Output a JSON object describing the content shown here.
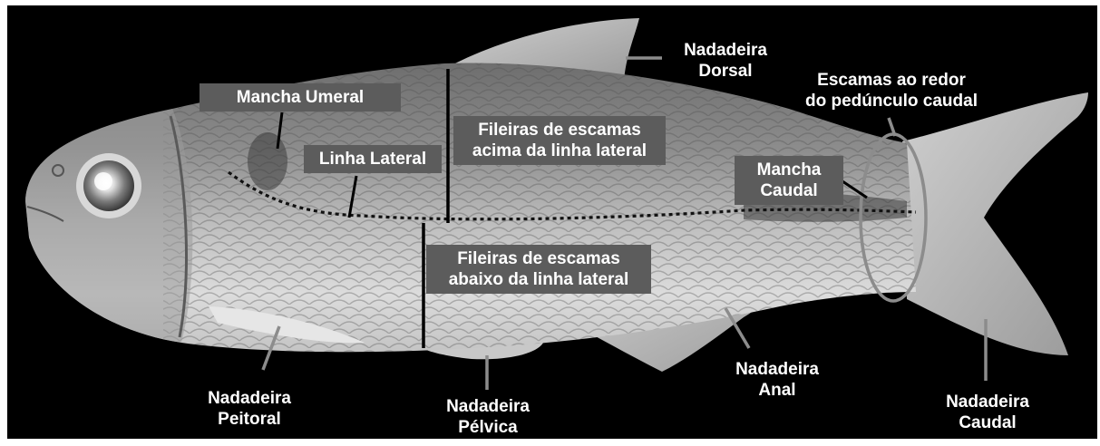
{
  "labels": {
    "dorsal": {
      "line1": "Nadadeira",
      "line2": "Dorsal"
    },
    "peduncle_scales": {
      "line1": "Escamas ao redor",
      "line2": "do pedúnculo caudal"
    },
    "humeral_spot": {
      "line1": "Mancha Umeral"
    },
    "lateral_line": {
      "line1": "Linha Lateral"
    },
    "scales_above": {
      "line1": "Fileiras de escamas",
      "line2": "acima da linha lateral"
    },
    "caudal_spot": {
      "line1": "Mancha",
      "line2": "Caudal"
    },
    "scales_below": {
      "line1": "Fileiras de escamas",
      "line2": "abaixo da linha lateral"
    },
    "pectoral": {
      "line1": "Nadadeira",
      "line2": "Peitoral"
    },
    "pelvic": {
      "line1": "Nadadeira",
      "line2": "Pélvica"
    },
    "anal": {
      "line1": "Nadadeira",
      "line2": "Anal"
    },
    "caudal": {
      "line1": "Nadadeira",
      "line2": "Caudal"
    }
  },
  "colors": {
    "background": "#000000",
    "label_box": "#5c5c5c",
    "leader_grey": "#8c8c8c",
    "leader_black": "#000000"
  }
}
